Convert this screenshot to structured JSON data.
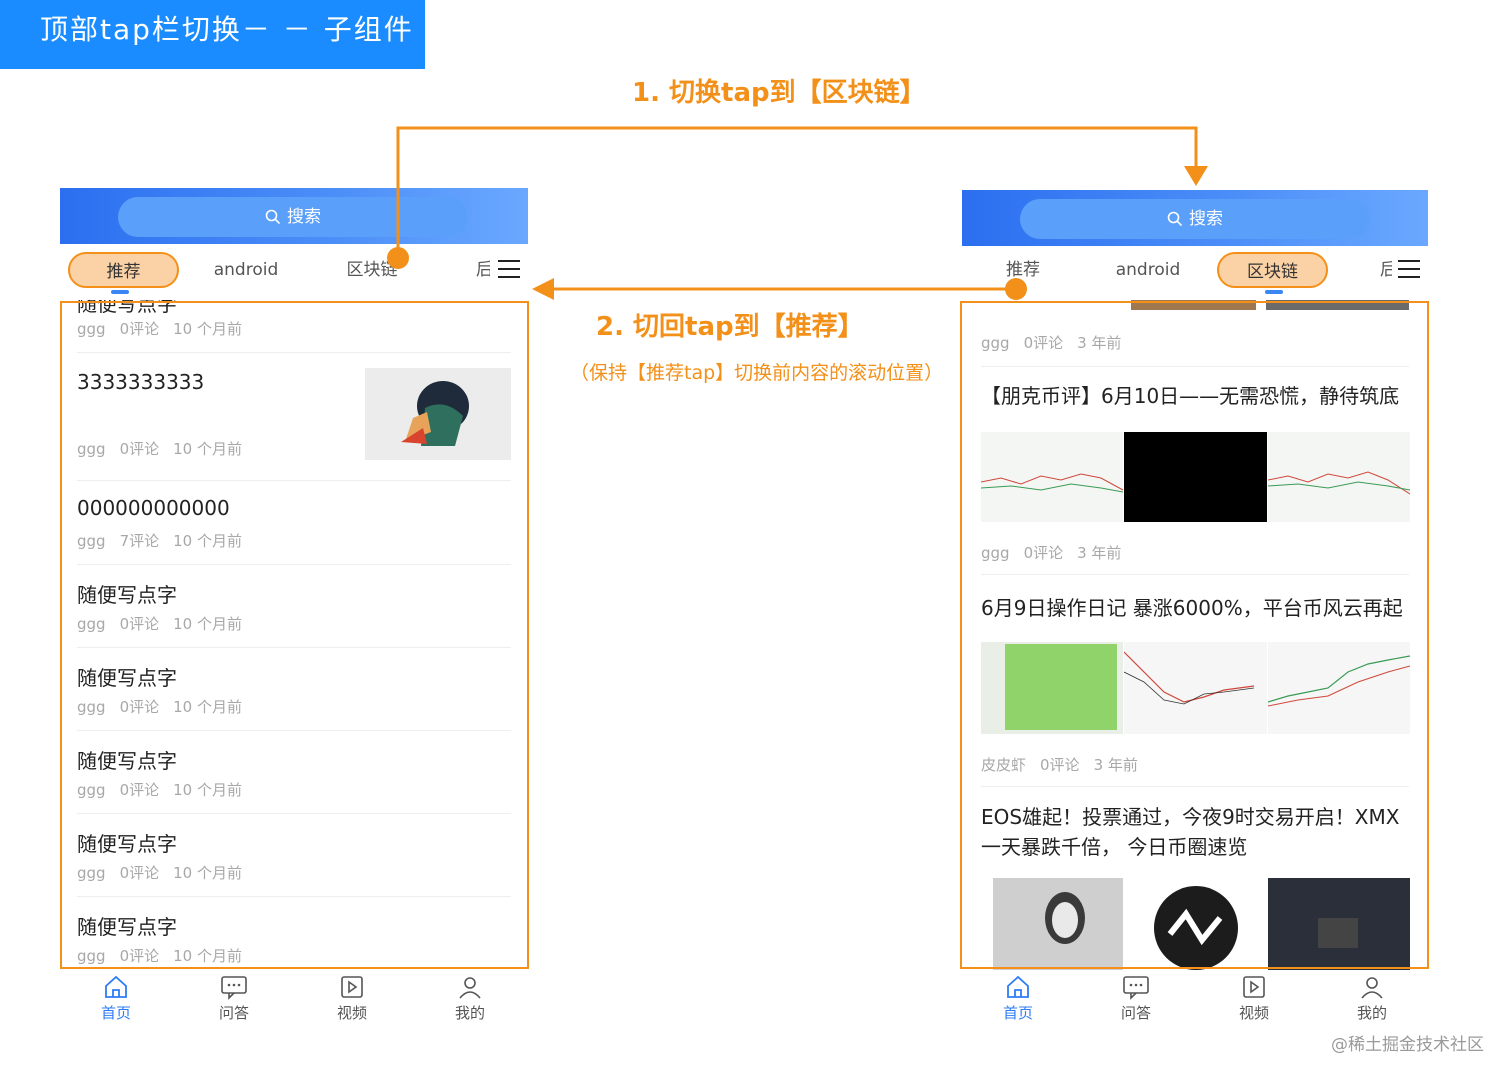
{
  "banner": {
    "title": "顶部tap栏切换－ － 子组件"
  },
  "annotations": {
    "step1": "1. 切换tap到【区块链】",
    "step2": "2. 切回tap到【推荐】",
    "step2_note": "（保持【推荐tap】切换前内容的滚动位置）"
  },
  "colors": {
    "accent": "#f39019",
    "blue": "#2e7cf6",
    "banner": "#1a8cff"
  },
  "left_phone": {
    "search_label": "搜索",
    "tabs": [
      {
        "label": "推荐",
        "active": true
      },
      {
        "label": "android",
        "active": false
      },
      {
        "label": "区块链",
        "active": false
      },
      {
        "label": "后",
        "active": false
      }
    ],
    "feed": [
      {
        "title": "随便写点字",
        "author": "ggg",
        "comments": "0评论",
        "time": "10 个月前"
      },
      {
        "title": "3333333333",
        "author": "ggg",
        "comments": "0评论",
        "time": "10 个月前",
        "has_image": true
      },
      {
        "title": "000000000000",
        "author": "ggg",
        "comments": "7评论",
        "time": "10 个月前"
      },
      {
        "title": "随便写点字",
        "author": "ggg",
        "comments": "0评论",
        "time": "10 个月前"
      },
      {
        "title": "随便写点字",
        "author": "ggg",
        "comments": "0评论",
        "time": "10 个月前"
      },
      {
        "title": "随便写点字",
        "author": "ggg",
        "comments": "0评论",
        "time": "10 个月前"
      },
      {
        "title": "随便写点字",
        "author": "ggg",
        "comments": "0评论",
        "time": "10 个月前"
      },
      {
        "title": "随便写点字",
        "author": "ggg",
        "comments": "0评论",
        "time": "10 个月前"
      }
    ]
  },
  "right_phone": {
    "search_label": "搜索",
    "tabs": [
      {
        "label": "推荐",
        "active": false
      },
      {
        "label": "android",
        "active": false
      },
      {
        "label": "区块链",
        "active": true
      },
      {
        "label": "后",
        "active": false
      }
    ],
    "feed": [
      {
        "title": "",
        "author": "ggg",
        "comments": "0评论",
        "time": "3 年前"
      },
      {
        "title": "【朋克币评】6月10日——无需恐慌，静待筑底",
        "author": "ggg",
        "comments": "0评论",
        "time": "3 年前"
      },
      {
        "title": "6月9日操作日记 暴涨6000%，平台币风云再起",
        "author": "皮皮虾",
        "comments": "0评论",
        "time": "3 年前"
      },
      {
        "title": "EOS雄起！投票通过，今夜9时交易开启！XMX一天暴跌千倍， 今日币圈速览",
        "author": "",
        "comments": "",
        "time": ""
      }
    ]
  },
  "tabbar": [
    {
      "label": "首页",
      "icon": "home-icon",
      "active": true
    },
    {
      "label": "问答",
      "icon": "chat-icon",
      "active": false
    },
    {
      "label": "视频",
      "icon": "video-icon",
      "active": false
    },
    {
      "label": "我的",
      "icon": "user-icon",
      "active": false
    }
  ],
  "watermark": "@稀土掘金技术社区"
}
